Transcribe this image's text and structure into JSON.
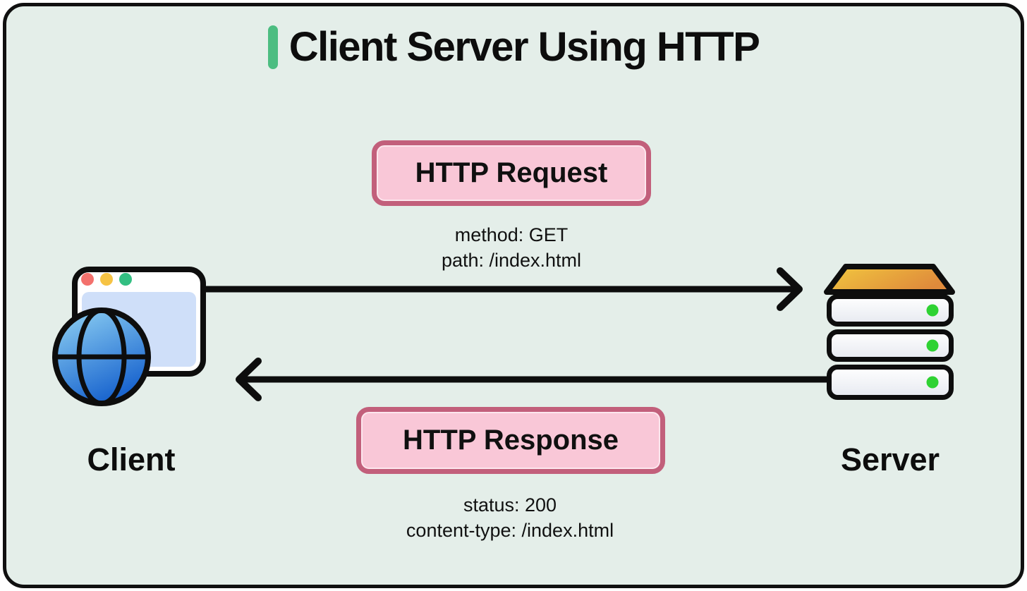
{
  "title": {
    "text": "Client Server Using HTTP"
  },
  "request": {
    "label": "HTTP Request",
    "details": {
      "method": "method: GET",
      "path": "path: /index.html"
    },
    "direction": "client-to-server"
  },
  "response": {
    "label": "HTTP Response",
    "details": {
      "status": "status: 200",
      "content_type": "content-type: /index.html"
    },
    "direction": "server-to-client"
  },
  "client": {
    "label": "Client",
    "icon": "browser-globe-icon"
  },
  "server": {
    "label": "Server",
    "icon": "server-stack-icon"
  },
  "colors": {
    "card_background": "#e4eee9",
    "card_border": "#101010",
    "accent_green": "#4cbd81",
    "badge_fill": "#f9c7d7",
    "badge_border": "#c25f7b",
    "text": "#0d0d0d",
    "globe_blue_light": "#92d4f4",
    "globe_blue_dark": "#1b66cf",
    "browser_content_blue": "#cfdff9",
    "browser_dot_red": "#f3716d",
    "browser_dot_yellow": "#f6c344",
    "browser_dot_green": "#33bf82",
    "server_top_yellow": "#f2c93f",
    "server_top_orange": "#df8a3b",
    "server_status_green": "#2fd233"
  }
}
